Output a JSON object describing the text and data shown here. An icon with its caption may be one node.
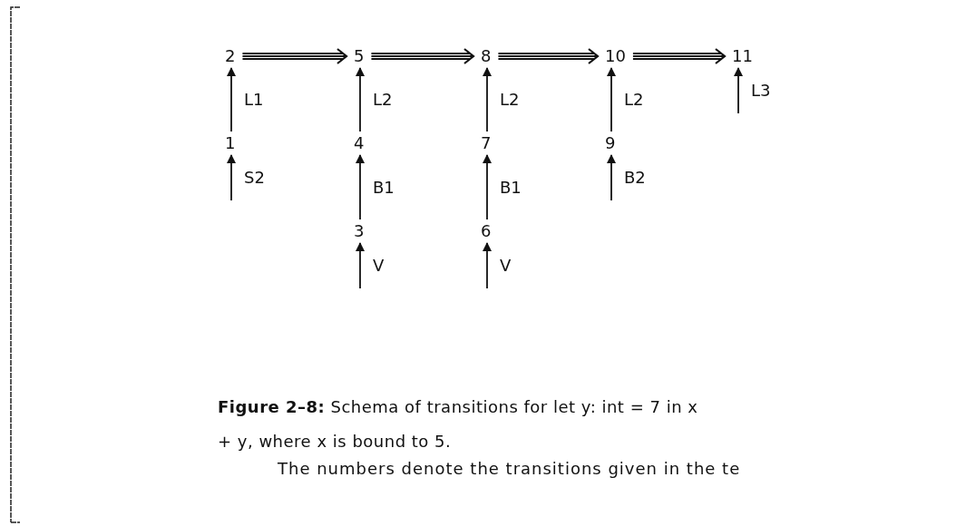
{
  "diagram": {
    "caption": "**Figure 2–8:** Schema of transitions for let y: int = 7 in x + y, where x is bound to 5.",
    "nodes": [
      {
        "text": [
          "2"
        ]
      },
      {
        "text": [
          "5"
        ]
      },
      {
        "text": [
          "8"
        ]
      },
      {
        "text": [
          "10"
        ]
      },
      {
        "text": [
          "11"
        ]
      },
      {
        "text": [
          "1"
        ]
      },
      {
        "text": [
          "4"
        ]
      },
      {
        "text": [
          "7"
        ]
      },
      {
        "text": [
          "9"
        ]
      },
      {
        "text": [
          "3"
        ]
      },
      {
        "text": [
          "6"
        ]
      }
    ],
    "edges": [
      {
        "from": 0,
        "to": 1,
        "arrow": "to"
      },
      {
        "from": 1,
        "to": 2,
        "arrow": "to"
      },
      {
        "from": 2,
        "to": 3,
        "arrow": "to"
      },
      {
        "from": 3,
        "to": 4,
        "arrow": "to"
      },
      {
        "from": 5,
        "to": 0,
        "arrow": "to",
        "label": "L1"
      },
      {
        "from": 6,
        "to": 1,
        "arrow": "to",
        "label": "L2"
      },
      {
        "from": 7,
        "to": 2,
        "arrow": "to",
        "label": "L2"
      },
      {
        "from": 8,
        "to": 3,
        "arrow": "to",
        "label": "L2"
      },
      {
        "from": null,
        "to": 4,
        "arrow": "to",
        "label": "L3"
      },
      {
        "from": null,
        "to": 5,
        "arrow": "to",
        "label": "S2"
      },
      {
        "from": 9,
        "to": 6,
        "arrow": "to",
        "label": "B1"
      },
      {
        "from": 10,
        "to": 7,
        "arrow": "to",
        "label": "B1"
      },
      {
        "from": null,
        "to": 8,
        "arrow": "to",
        "label": "B2"
      },
      {
        "from": null,
        "to": 9,
        "arrow": "to",
        "label": "V"
      },
      {
        "from": null,
        "to": 10,
        "arrow": "to",
        "label": "V"
      }
    ],
    "labels": [
      "The numbers denote the transitions given in the te"
    ]
  }
}
